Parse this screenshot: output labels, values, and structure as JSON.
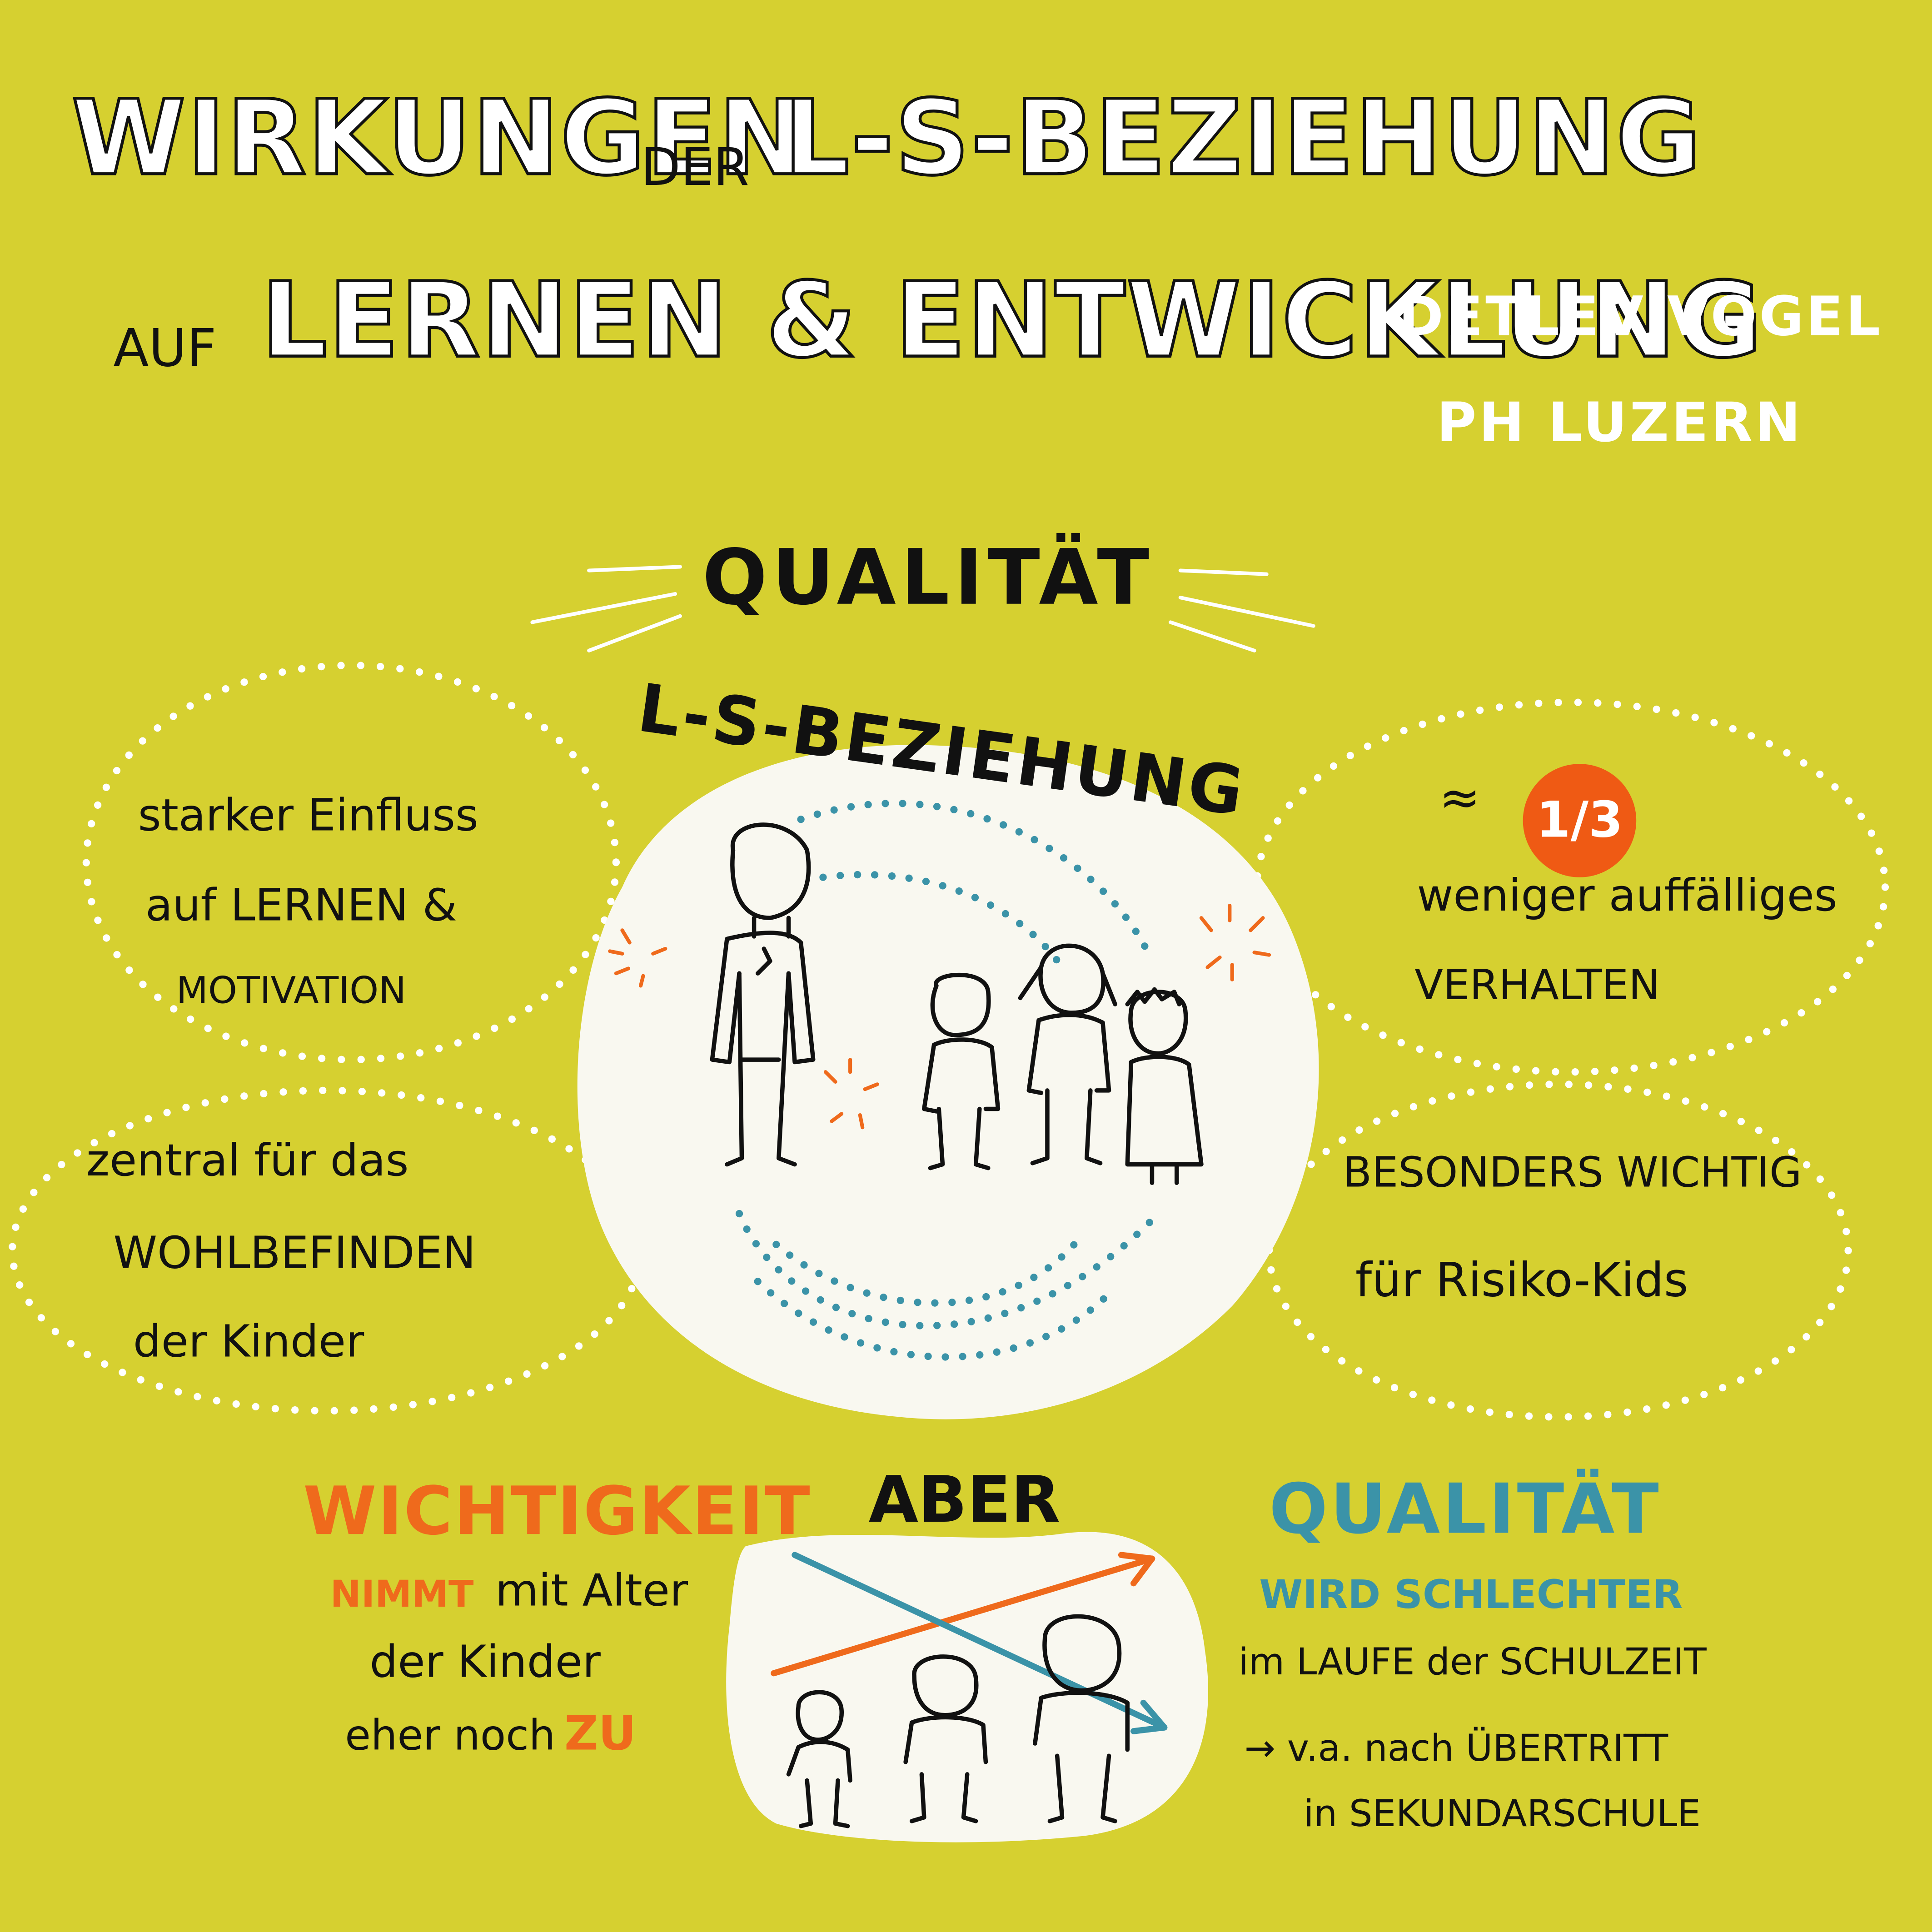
{
  "title": {
    "line1_part1": "WIRKUNGEN",
    "line1_part2": "DER",
    "line1_part3": "L-S-BEZIEHUNG",
    "line2_part1": "AUF",
    "line2_part2": "LERNEN & ENTWICKLUNG"
  },
  "author": {
    "name": "DETLEV VOGEL",
    "institution": "PH LUZERN"
  },
  "center": {
    "line1": "QUALITÄT",
    "line2": "L-S-BEZIEHUNG"
  },
  "bubbles": {
    "top_left": {
      "line1": "starker Einfluss",
      "line2": "auf LERNEN &",
      "line3": "MOTIVATION"
    },
    "bottom_left": {
      "line1": "zentral für das",
      "line2": "WOHLBEFINDEN",
      "line3": "der Kinder"
    },
    "top_right": {
      "approx": "≈",
      "fraction": "1/3",
      "line1": "weniger auffälliges",
      "line2": "VERHALTEN"
    },
    "bottom_right": {
      "line1": "BESONDERS WICHTIG",
      "line2": "für Risiko-Kids"
    }
  },
  "bottom": {
    "left": {
      "heading": "WICHTIGKEIT",
      "line1_accent": "NIMMT",
      "line1_rest": "mit Alter",
      "line2": "der Kinder",
      "line3_rest": "eher noch",
      "line3_accent": "ZU"
    },
    "middle": {
      "label": "ABER"
    },
    "right": {
      "heading": "QUALITÄT",
      "subheading": "WIRD SCHLECHTER",
      "line1": "im LAUFE der SCHULZEIT",
      "line2": "→ v.a. nach ÜBERTRITT",
      "line3": "in SEKUNDARSCHULE"
    }
  },
  "colors": {
    "background": "#d6d030",
    "orange": "#ef6a1c",
    "teal": "#3b93a8",
    "ink": "#111111",
    "paper": "#f9f8f0"
  }
}
